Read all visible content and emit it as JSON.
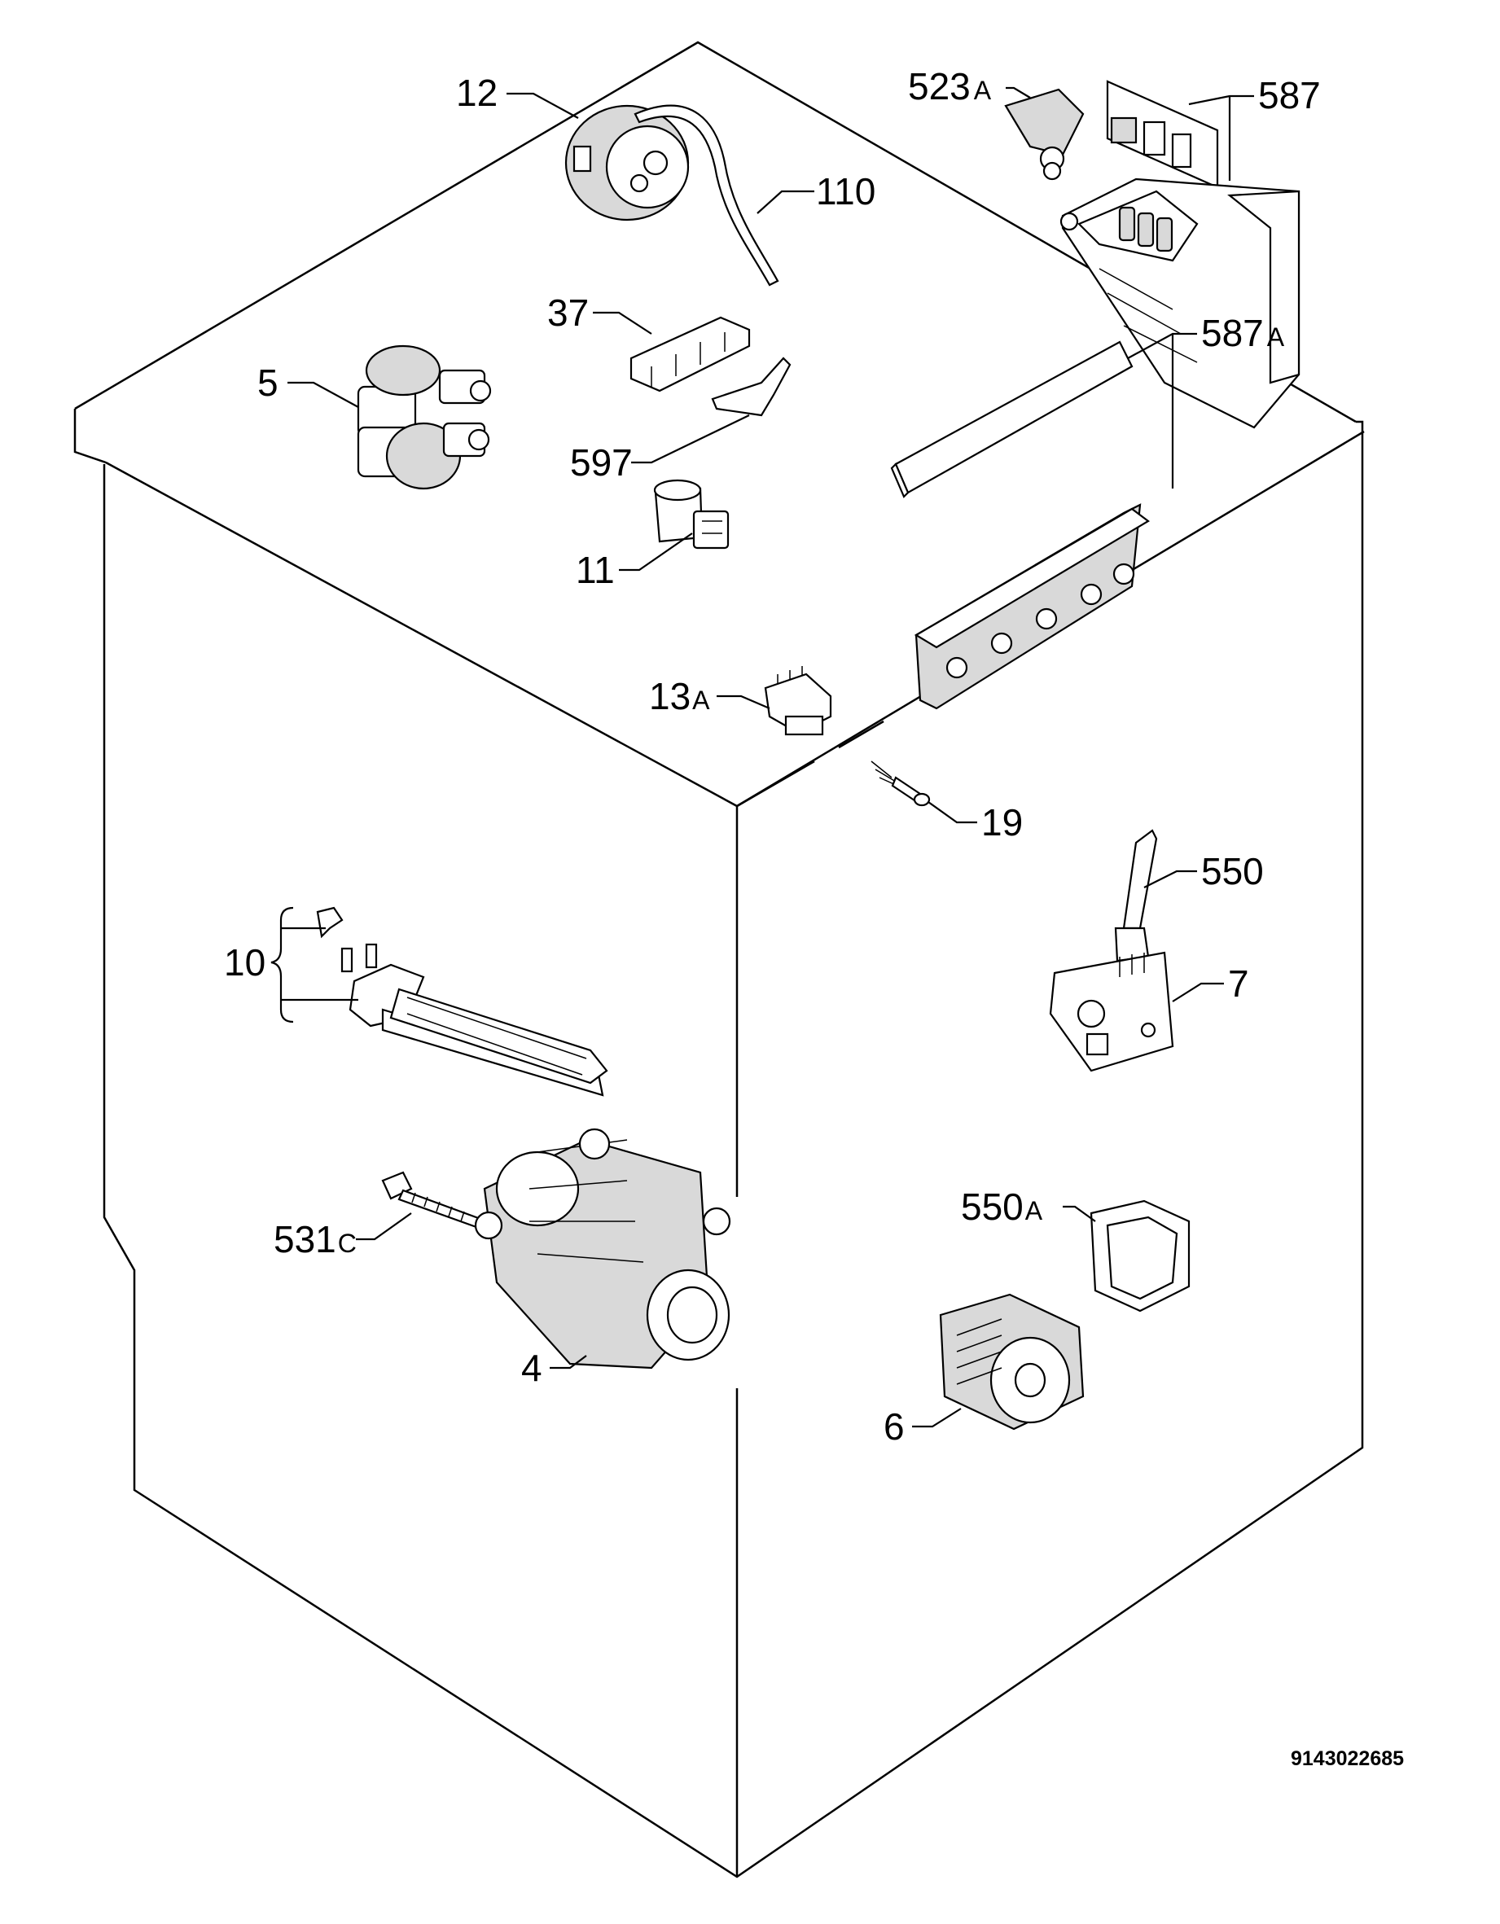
{
  "diagram": {
    "labels": {
      "p12": "12",
      "p110": "110",
      "p523": "523",
      "p523_suffix": "A",
      "p587": "587",
      "p37": "37",
      "p5": "5",
      "p597": "597",
      "p587a": "587",
      "p587a_suffix": "A",
      "p11": "11",
      "p13a": "13",
      "p13a_suffix": "A",
      "p19": "19",
      "p550": "550",
      "p10": "10",
      "p7": "7",
      "p550a": "550",
      "p550a_suffix": "A",
      "p531c": "531",
      "p531c_suffix": "C",
      "p4": "4",
      "p6": "6"
    },
    "document_number": "9143022685"
  }
}
